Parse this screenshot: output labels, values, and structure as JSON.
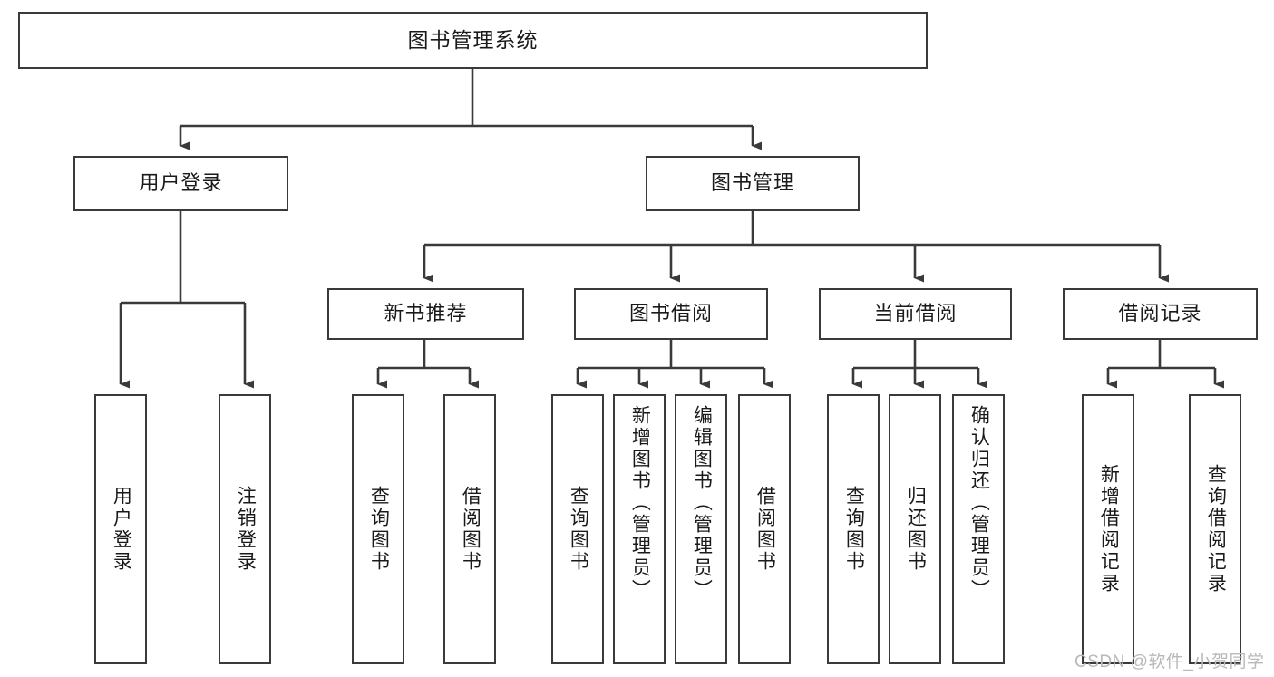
{
  "diagram": {
    "title": "图书管理系统",
    "type": "tree-structure-diagram",
    "root": {
      "label": "图书管理系统"
    },
    "level2": [
      {
        "label": "用户登录"
      },
      {
        "label": "图书管理"
      }
    ],
    "level3": [
      {
        "label": "新书推荐"
      },
      {
        "label": "图书借阅"
      },
      {
        "label": "当前借阅"
      },
      {
        "label": "借阅记录"
      }
    ],
    "leaves": {
      "user_login": [
        {
          "label": "用户登录"
        },
        {
          "label": "注销登录"
        }
      ],
      "new_book_recommend": [
        {
          "label": "查询图书"
        },
        {
          "label": "借阅图书"
        }
      ],
      "book_borrow": [
        {
          "label": "查询图书"
        },
        {
          "label": "新增图书（管理员）"
        },
        {
          "label": "编辑图书（管理员）"
        },
        {
          "label": "借阅图书"
        }
      ],
      "current_borrow": [
        {
          "label": "查询图书"
        },
        {
          "label": "归还图书"
        },
        {
          "label": "确认归还（管理员）"
        }
      ],
      "borrow_record": [
        {
          "label": "新增借阅记录"
        },
        {
          "label": "查询借阅记录"
        }
      ]
    }
  },
  "watermark": {
    "text": "CSDN @软件_小贺同学"
  },
  "colors": {
    "box_border": "#3a3a3a",
    "connector": "#3a3a3a",
    "text": "#1a1a1a",
    "background": "#ffffff",
    "watermark": "#b9b9b9"
  }
}
